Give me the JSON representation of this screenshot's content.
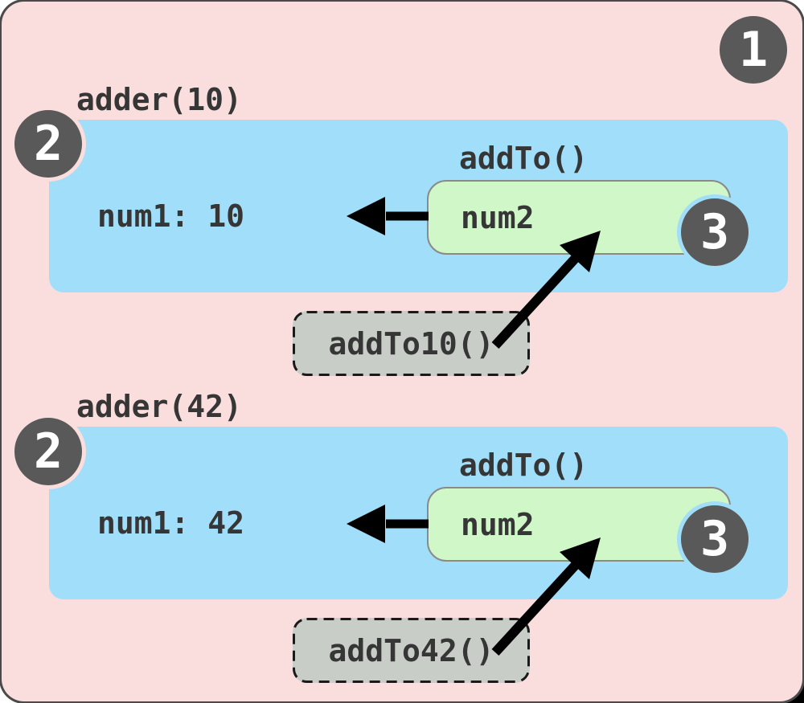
{
  "diagram_title": "closure-scope-diagram",
  "palette": {
    "frame_bg": "#f9dedd",
    "frame_border": "#4a4a4a",
    "scope_bg": "#a0def9",
    "inner_bg": "#d0f7c7",
    "inner_border": "#8a8a8a",
    "callable_bg": "#c9cdc8",
    "badge_bg": "#595959",
    "badge_text": "#ffffff",
    "text": "#363636",
    "arrow": "#000000"
  },
  "badges": {
    "one": "1",
    "two": "2",
    "three": "3"
  },
  "sections": [
    {
      "scope_label": "adder(10)",
      "variable": "num1: 10",
      "inner_label": "addTo()",
      "inner_variable": "num2",
      "callable_label": "addTo10()"
    },
    {
      "scope_label": "adder(42)",
      "variable": "num1: 42",
      "inner_label": "addTo()",
      "inner_variable": "num2",
      "callable_label": "addTo42()"
    }
  ]
}
